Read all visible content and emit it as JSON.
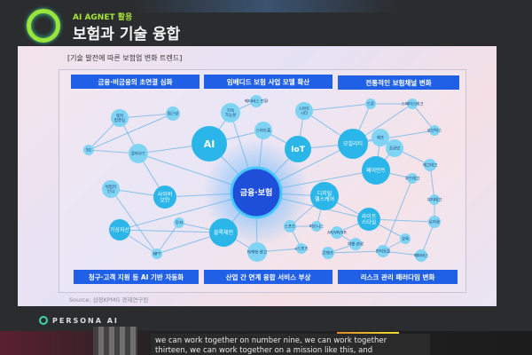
{
  "header": {
    "subtitle": "AI AGNET 활용",
    "title": "보험과 기술 융합"
  },
  "slide": {
    "trend_title": "[기술 발전에 따른 보험업 변화 트렌드]",
    "top_bands": [
      "금융·비금융의 초연결 심화",
      "임베디드 보험 사업 모델 확산",
      "전통적인 보험채널 변화"
    ],
    "bottom_bands": [
      "청구·고객 지원 등 AI 기반 자동화",
      "산업 간 연계 융합 서비스 부상",
      "리스크 관리 패러다임 변화"
    ],
    "source": "Source: 삼정KPMG 경제연구원",
    "nodes": [
      "금융·보험",
      "AI",
      "IoT",
      "모빌리티",
      "페이먼트",
      "디지털 헬스케어",
      "라이프 스타일",
      "블록체인",
      "사이버 보안",
      "가상자산",
      "위험지 인식",
      "클라우드",
      "엣지 컴퓨팅",
      "5G",
      "접근성",
      "지속 가능성",
      "메타버스 전환",
      "스마트홈",
      "스마트 시티",
      "드론",
      "스페이스테크",
      "로보틱스",
      "제조",
      "공급망",
      "에그테크",
      "푸드테크",
      "뷰티테크",
      "마케팅·광고",
      "투자",
      "NFT",
      "스포츠",
      "e스포츠",
      "피트니스",
      "AR/VR/XR",
      "여행·관광",
      "콘텐츠",
      "반려동물",
      "교육",
      "유아용",
      "메타버스"
    ],
    "colors": {
      "center": "#1e4fd8",
      "node": "#2bb6ea",
      "band": "#2060e6"
    }
  },
  "footer": {
    "brand": "PERSONA AI"
  },
  "captions": {
    "line1": "we can work together on number nine, we can work together",
    "line2": "thirteen, we can work together on a mission like this, and"
  }
}
